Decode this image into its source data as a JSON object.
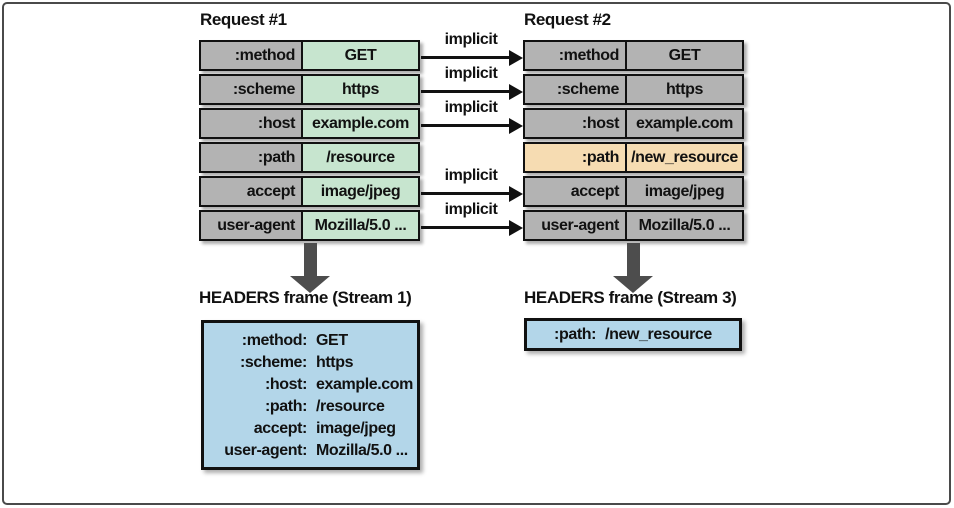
{
  "request1": {
    "title": "Request #1",
    "rows": [
      {
        "name": ":method",
        "value": "GET"
      },
      {
        "name": ":scheme",
        "value": "https"
      },
      {
        "name": ":host",
        "value": "example.com"
      },
      {
        "name": ":path",
        "value": "/resource"
      },
      {
        "name": "accept",
        "value": "image/jpeg"
      },
      {
        "name": "user-agent",
        "value": "Mozilla/5.0 ..."
      }
    ]
  },
  "request2": {
    "title": "Request #2",
    "rows": [
      {
        "name": ":method",
        "value": "GET",
        "highlighted": false
      },
      {
        "name": ":scheme",
        "value": "https",
        "highlighted": false
      },
      {
        "name": ":host",
        "value": "example.com",
        "highlighted": false
      },
      {
        "name": ":path",
        "value": "/new_resource",
        "highlighted": true
      },
      {
        "name": "accept",
        "value": "image/jpeg",
        "highlighted": false
      },
      {
        "name": "user-agent",
        "value": "Mozilla/5.0 ...",
        "highlighted": false
      }
    ]
  },
  "implicit_label": "implicit",
  "frame1": {
    "title": "HEADERS frame (Stream 1)",
    "rows": [
      {
        "key": ":method:",
        "value": "GET"
      },
      {
        "key": ":scheme:",
        "value": "https"
      },
      {
        "key": ":host:",
        "value": "example.com"
      },
      {
        "key": ":path:",
        "value": "/resource"
      },
      {
        "key": "accept:",
        "value": "image/jpeg"
      },
      {
        "key": "user-agent:",
        "value": "Mozilla/5.0 ..."
      }
    ]
  },
  "frame2": {
    "title": "HEADERS frame (Stream 3)",
    "rows": [
      {
        "key": ":path:",
        "value": "/new_resource"
      }
    ]
  },
  "colors": {
    "header_name_bg": "#b3b3b3",
    "request1_value_bg": "#c7e5cf",
    "highlight_bg": "#f6dcb2",
    "frame_box_bg": "#b3d6e9",
    "big_arrow": "#4d4d4d",
    "line_border": "#111111",
    "outer_border": "#4a4a4a"
  }
}
